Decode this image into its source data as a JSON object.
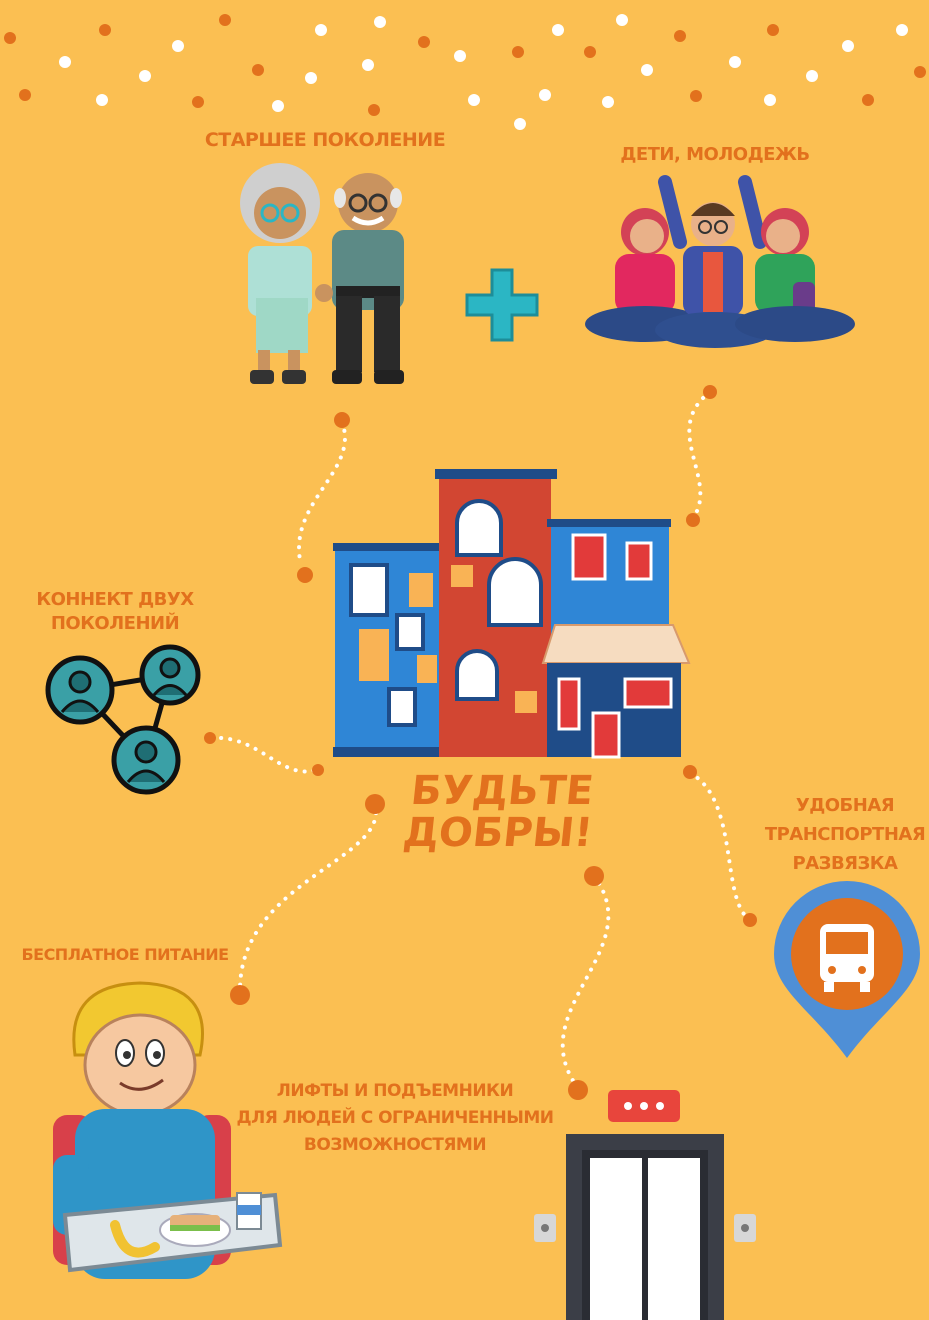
{
  "labels": {
    "elder": "СТАРШЕЕ ПОКОЛЕНИЕ",
    "youth": "ДЕТИ, МОЛОДЕЖЬ",
    "connect_line1": "КОННЕКТ ДВУХ",
    "connect_line2": "ПОКОЛЕНИЙ",
    "transport_line1": "УДОБНАЯ",
    "transport_line2": "ТРАНСПОРТНАЯ",
    "transport_line3": "РАЗВЯЗКА",
    "food": "БЕСПЛАТНОЕ ПИТАНИЕ",
    "lifts_line1": "ЛИФТЫ И ПОДЪЕМНИКИ",
    "lifts_line2": "ДЛЯ  ЛЮДЕЙ С ОГРАНИЧЕННЫМИ",
    "lifts_line3": "ВОЗМОЖНОСТЯМИ"
  },
  "title": {
    "line1": "БУДЬТЕ",
    "line2": "ДОБРЫ!"
  },
  "icons": {
    "elderly": "elderly-couple-icon",
    "plus": "plus-icon",
    "youth": "youth-group-icon",
    "buildings": "houses-icon",
    "network": "people-network-icon",
    "bus": "bus-location-pin-icon",
    "boy": "boy-with-food-tray-icon",
    "elevator": "elevator-icon"
  },
  "colors": {
    "background": "#fbbf52",
    "accent": "#e2711d",
    "dot_light": "#ffffff",
    "teal": "#2bb6c4",
    "pin_blue": "#4f8fd6"
  }
}
